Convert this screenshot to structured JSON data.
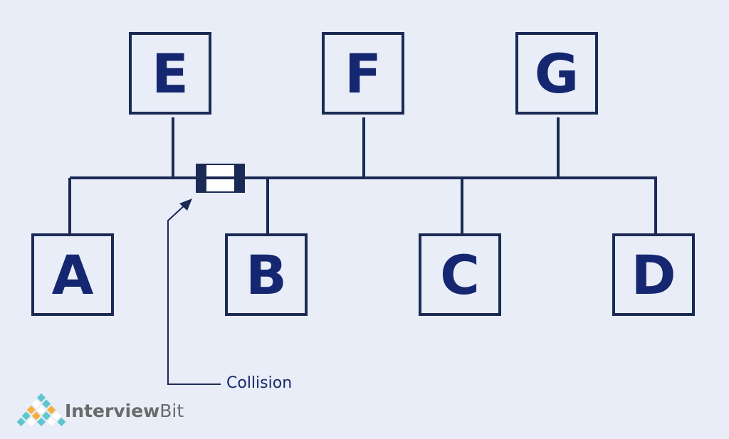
{
  "top_nodes": [
    "E",
    "F",
    "G"
  ],
  "bottom_nodes": [
    "A",
    "B",
    "C",
    "D"
  ],
  "annotation": "Collision",
  "logo": {
    "bold": "Interview",
    "regular": "Bit"
  },
  "colors": {
    "line": "#1b2a55",
    "text": "#152770",
    "background": "#e8edf7"
  }
}
